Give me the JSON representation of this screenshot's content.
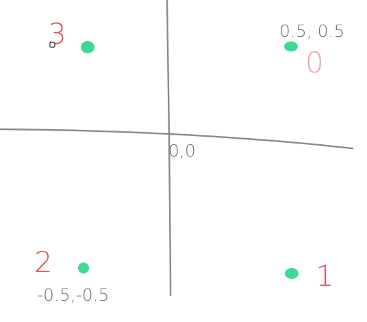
{
  "diagram": {
    "axes": {
      "origin_label": "0,0"
    },
    "colors": {
      "axis": "#8a8a8a",
      "point": "#2fd68d",
      "index_label": "#e0505c",
      "index_label_light": "#f2a2aa",
      "coordinate_label": "#6f6f6f"
    },
    "points": [
      {
        "index_label": "0",
        "x": 0.5,
        "y": 0.5,
        "coordinate_label": "0.5, 0.5"
      },
      {
        "index_label": "1",
        "x": 0.5,
        "y": -0.5,
        "coordinate_label": ""
      },
      {
        "index_label": "2",
        "x": -0.5,
        "y": -0.5,
        "coordinate_label": "-0.5,-0.5"
      },
      {
        "index_label": "3",
        "x": -0.5,
        "y": 0.5,
        "coordinate_label": ""
      }
    ]
  }
}
